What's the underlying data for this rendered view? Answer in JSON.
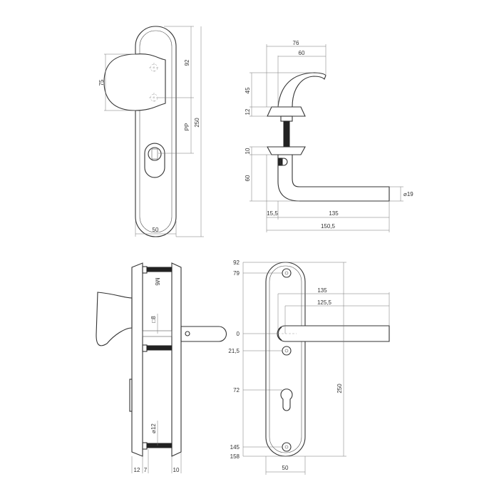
{
  "front_view_top": {
    "dims": {
      "knob_height": "75",
      "screw_to_top": "92",
      "pp": "PP",
      "plate_length": "250",
      "plate_width": "50"
    }
  },
  "side_view_top": {
    "dims": {
      "knob_reach": "76",
      "knob_reach_inner": "60",
      "knob_height": "45",
      "rose_height": "12",
      "lower_rose_height": "10",
      "lever_drop": "60",
      "lever_offset": "15,5",
      "lever_length": "135",
      "lever_total": "150,5",
      "lever_diameter": "⌀19"
    }
  },
  "side_view_bottom": {
    "labels": {
      "thread": "M6",
      "spindle": "□8",
      "bolt_diameter": "⌀12"
    },
    "dims": {
      "plate1": "12",
      "gap": "7",
      "plate2": "10"
    }
  },
  "front_view_bottom": {
    "ladder": [
      "92",
      "79",
      "0",
      "21,5",
      "72",
      "145",
      "158"
    ],
    "dims": {
      "lever_length": "135",
      "lever_length_inner": "125,5",
      "plate_length": "250",
      "plate_width": "50"
    }
  },
  "colors": {
    "line": "#333333",
    "dimension": "#777777"
  }
}
